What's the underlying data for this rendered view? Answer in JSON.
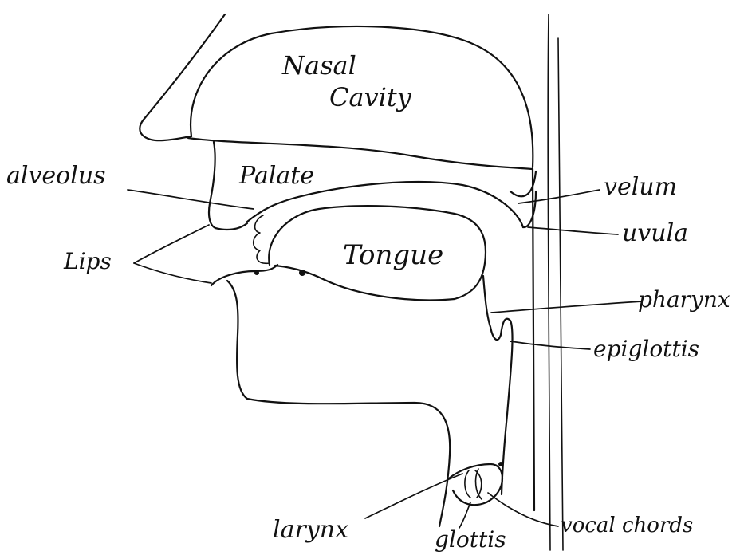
{
  "labels": {
    "nasal": "Nasal",
    "cavity": "Cavity",
    "palate": "Palate",
    "tongue": "Tongue",
    "alveolus": "alveolus",
    "lips": "Lips",
    "velum": "velum",
    "uvula": "uvula",
    "pharynx": "pharynx",
    "epiglottis": "epiglottis",
    "larynx": "larynx",
    "glottis": "glottis",
    "vocal_chords": "vocal chords"
  }
}
